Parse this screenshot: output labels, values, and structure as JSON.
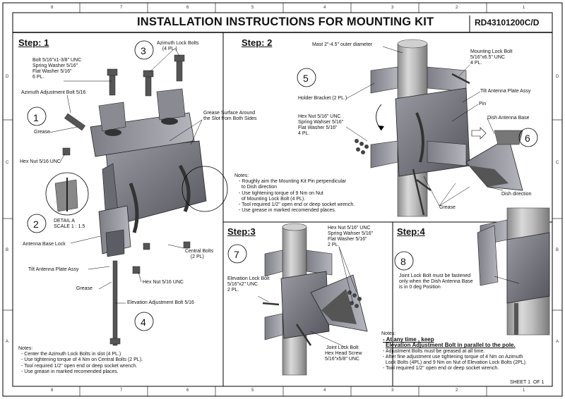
{
  "title": "INSTALLATION  INSTRUCTIONS FOR MOUNTING KIT",
  "doc_number": "RD43101200C/D",
  "sheet": "SHEET 1  OF 1",
  "zones": {
    "top": [
      "8",
      "7",
      "6",
      "5",
      "4",
      "3",
      "2",
      "1"
    ],
    "bottom": [
      "8",
      "7",
      "6",
      "5",
      "4",
      "3",
      "2",
      "1"
    ],
    "side": [
      "D",
      "C",
      "B",
      "A"
    ]
  },
  "step1": {
    "heading": "Step: 1",
    "callouts": {
      "bolt": [
        "Bolt 5/16\"x1-3/8\" UNC",
        "Spring Washer 5/16\"",
        "Flat Washer 5/16\"",
        "6 PL."
      ],
      "azimuth_lock": [
        "Azimuth Lock Bolts",
        "(4 PL.)"
      ],
      "azimuth_adj": "Azimuth Adjustment Bolt 5/16",
      "grease1": "Grease",
      "grease_surface": [
        "Grease Surface Around",
        "the Slot from Both Sides"
      ],
      "hex_nut": "Hex Nut 5/16 UNC",
      "detail": [
        "DETAIL A",
        "SCALE 1 : 1.5"
      ],
      "antenna_base_lock": "Antenna Base Lock",
      "central_bolts": [
        "Central Bolts",
        "(2 PL)"
      ],
      "tilt_plate": "Tilt Antenna Plate Assy",
      "hex_nut2": "Hex Nut 5/16 UNC",
      "grease2": "Grease",
      "elev_adj": "Elevation Adjustment Bolt 5/16"
    },
    "numbers": [
      "1",
      "2",
      "3",
      "4"
    ],
    "notes_title": "Notes:",
    "notes": [
      "- Center the Azimuth Lock Bolts in slot (4 PL.)",
      "- Use tightening torque of 4 Nm on Central Bolts (2 PL).",
      "- Tool required 1/2\" open end or deep socket wrench.",
      "- Use grease in marked recomended places."
    ]
  },
  "step2": {
    "heading": "Step: 2",
    "callouts": {
      "mast": "Mast 2\"-4.5\" outer diameter",
      "mount_lock": [
        "Mounting Lock Bolt",
        "5/16\"x6.5\" UNC",
        "4 PL."
      ],
      "holder": "Holder Bracket (2 PL.)",
      "tilt_plate": "Tilt Antenna Plate Assy",
      "pin": "Pin",
      "dish_base": "Dish Antenna Base",
      "hex_nut": [
        "Hex Nut 5/16\" UNC",
        "Spring Wahser 5/16\"",
        "Flat Washer 5/16\"",
        "4 PL."
      ],
      "dish_dir": "Dish direction",
      "grease": "Grease"
    },
    "numbers": [
      "5",
      "6"
    ],
    "notes_title": "Notes:",
    "notes": [
      "- Roughly aim  the Mounting Kit Pin perpendicular",
      "  to Dish direction",
      "- Use tightening torque of 9 Nm on Nut",
      "  of Mounting Lock Bolt (4 PL).",
      "- Tool required 1/2\" open end or deep socket wrench.",
      "- Use grease in marked recomended places."
    ]
  },
  "step3": {
    "heading": "Step:3",
    "callouts": {
      "hex_nut": [
        "Hex Nut 5/16\" UNC",
        "Spring Wahser 5/16\"",
        "Flat Washer 5/16\"",
        "2 PL."
      ],
      "elev_lock": [
        "Elevation Lock Bolt",
        "5/16\"x2\" UNC",
        "2 PL."
      ],
      "joint_lock": [
        "Joint Lock Bolt",
        "Hex Head Screw",
        "5/16\"x5/8\" UNC"
      ]
    },
    "numbers": [
      "7"
    ]
  },
  "step4": {
    "heading": "Step:4",
    "numbers": [
      "8"
    ],
    "text": [
      "Joint Lock Bolt must be fastened",
      "only when the Dish Antenna Base",
      "is in 0 deg Position"
    ],
    "notes_title": "Notes:",
    "notes_bold": [
      "- At any time , keep",
      "Elevation Adjustment Bolt  in  parallel    to the pole."
    ],
    "notes": [
      "- Adjustment Bolts must be greased at all time.",
      "- After fine adjustment use tightening torque of 4 Nm on Azimuth",
      "  Lock Bolts (4PL) and 9 Nm on Nut of Elevation Lock Bolts (2PL).",
      "- Tool required 1/2\" open end or deep socket wrench."
    ]
  }
}
